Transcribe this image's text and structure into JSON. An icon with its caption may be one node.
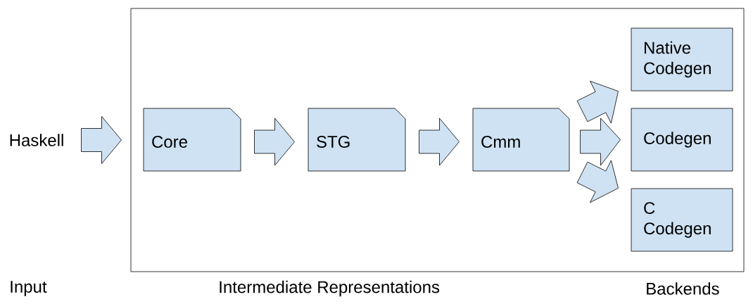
{
  "diagram": {
    "nodes": [
      {
        "text": [
          "Haskell"
        ]
      },
      {
        "text": [],
        "shape": "box"
      },
      {
        "text": [
          "Core"
        ],
        "in": 1
      },
      {
        "text": [
          "STG"
        ],
        "in": 1
      },
      {
        "text": [
          "Cmm"
        ],
        "in": 1
      },
      {
        "text": [
          "Native Codegen"
        ],
        "in": 1
      },
      {
        "text": [
          "Codegen"
        ],
        "in": 1
      },
      {
        "text": [
          "C Codegen"
        ],
        "in": 1
      }
    ],
    "edges": [
      {
        "from": 0,
        "to": 1,
        "arrow": "to"
      },
      {
        "from": 2,
        "to": 3,
        "arrow": "to"
      },
      {
        "from": 3,
        "to": 4,
        "arrow": "to"
      },
      {
        "from": 4,
        "to": 5,
        "arrow": "to"
      },
      {
        "from": 4,
        "to": 6,
        "arrow": "to"
      },
      {
        "from": 4,
        "to": 7,
        "arrow": "to"
      }
    ],
    "labels": [
      "Input",
      "Intermediate Representations",
      "Backends"
    ]
  }
}
